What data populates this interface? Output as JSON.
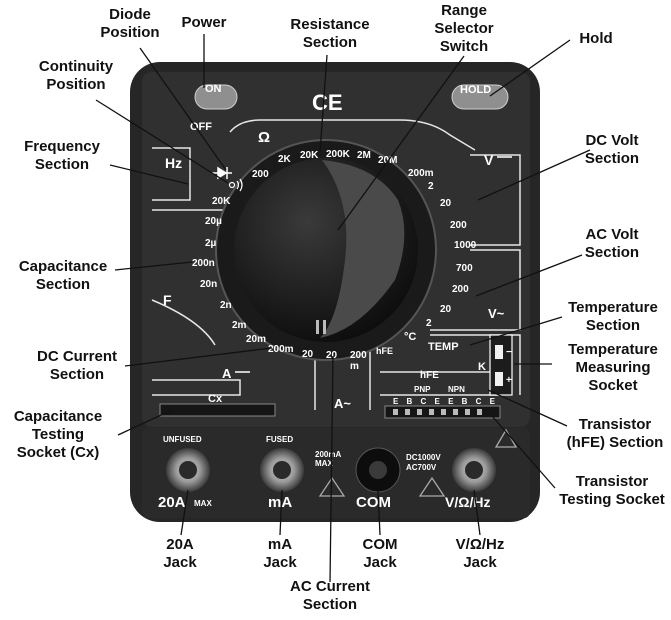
{
  "panel": {
    "on_label": "ON",
    "off_label": "OFF",
    "hold_label": "HOLD",
    "ce_mark": "CE",
    "omega_label": "Ω",
    "hz_label": "Hz",
    "dcv_label": "V",
    "acv_label": "V~",
    "f_label": "F",
    "dca_label": "A",
    "aca_label": "A~",
    "cx_label": "Cx",
    "temp_label": "TEMP",
    "deg_c_label": "°C",
    "hfe_label": "hFE",
    "hfe_box_label": "hFE",
    "pnp_label": "PNP",
    "npn_label": "NPN",
    "transistor_pins": "E B C E E B C E",
    "k_label": "K",
    "socket_minus": "−",
    "socket_plus": "+",
    "unfused_label": "UNFUSED",
    "fused_label": "FUSED",
    "max_200ma": "200mA\nMAX",
    "dc1000v": "DC1000V",
    "ac700v": "AC700V",
    "jack_20a": "20A",
    "jack_20a_max": "MAX",
    "jack_ma": "mA",
    "jack_com": "COM",
    "jack_v": "V/Ω/Hz",
    "resistance_ranges": [
      "200",
      "2K",
      "20K",
      "200K",
      "2M",
      "20M"
    ],
    "hz_range": "20K",
    "cap_ranges": [
      "20µ",
      "2µ",
      "200n",
      "20n",
      "2n"
    ],
    "dca_ranges": [
      "2m",
      "20m",
      "200m"
    ],
    "aca_ranges": [
      "20",
      "200\nm"
    ],
    "aca_20_left": "20",
    "dcv_ranges": [
      "200m",
      "2",
      "20",
      "200",
      "1000"
    ],
    "acv_ranges": [
      "700",
      "200",
      "20",
      "2"
    ]
  },
  "callouts": {
    "diode": "Diode\nPosition",
    "power": "Power",
    "resistance": "Resistance\nSection",
    "range": "Range\nSelector\nSwitch",
    "hold": "Hold",
    "continuity": "Continuity\nPosition",
    "frequency": "Frequency\nSection",
    "dc_volt": "DC Volt\nSection",
    "capacitance": "Capacitance\nSection",
    "ac_volt": "AC Volt\nSection",
    "temperature": "Temperature\nSection",
    "temp_socket": "Temperature\nMeasuring\nSocket",
    "dc_current": "DC Current\nSection",
    "cx": "Capacitance\nTesting\nSocket (Cx)",
    "transistor": "Transistor\n(hFE) Section",
    "transistor_socket": "Transistor\nTesting Socket",
    "jack_20a": "20A\nJack",
    "jack_ma": "mA\nJack",
    "jack_com": "COM\nJack",
    "jack_v": "V/Ω/Hz\nJack",
    "ac_current": "AC Current\nSection"
  }
}
